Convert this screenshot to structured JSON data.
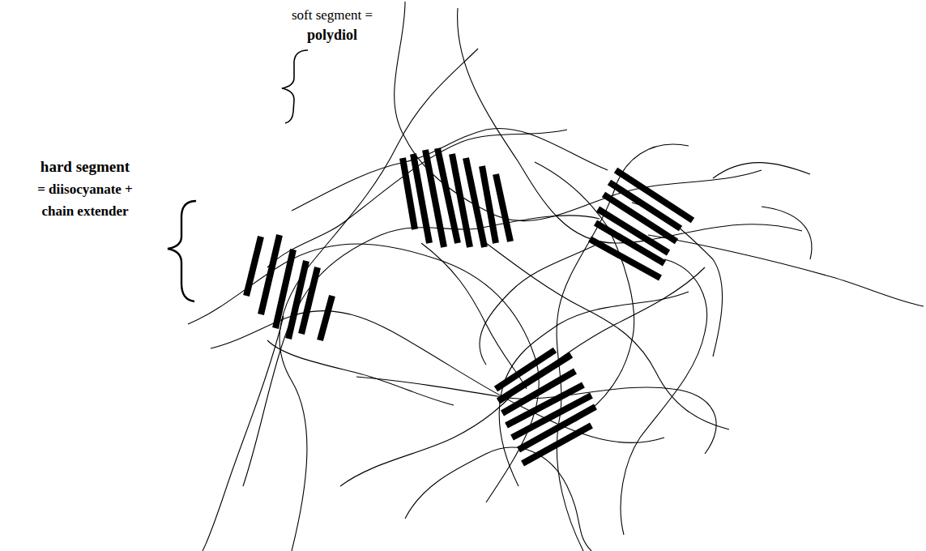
{
  "diagram": {
    "labels": [
      "soft segment =",
      "polydiol",
      "hard segment",
      "= diisocyanate + chain extender"
    ]
  }
}
